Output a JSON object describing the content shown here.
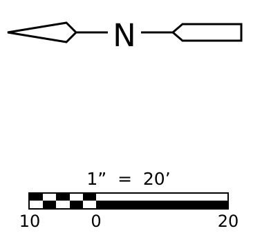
{
  "north_arrow": {
    "letter": "N"
  },
  "scale": {
    "ratio_text": "1”  =  20’",
    "labels": [
      "10",
      "0",
      "20"
    ],
    "fill_color": "#000000",
    "background_color": "#ffffff"
  }
}
